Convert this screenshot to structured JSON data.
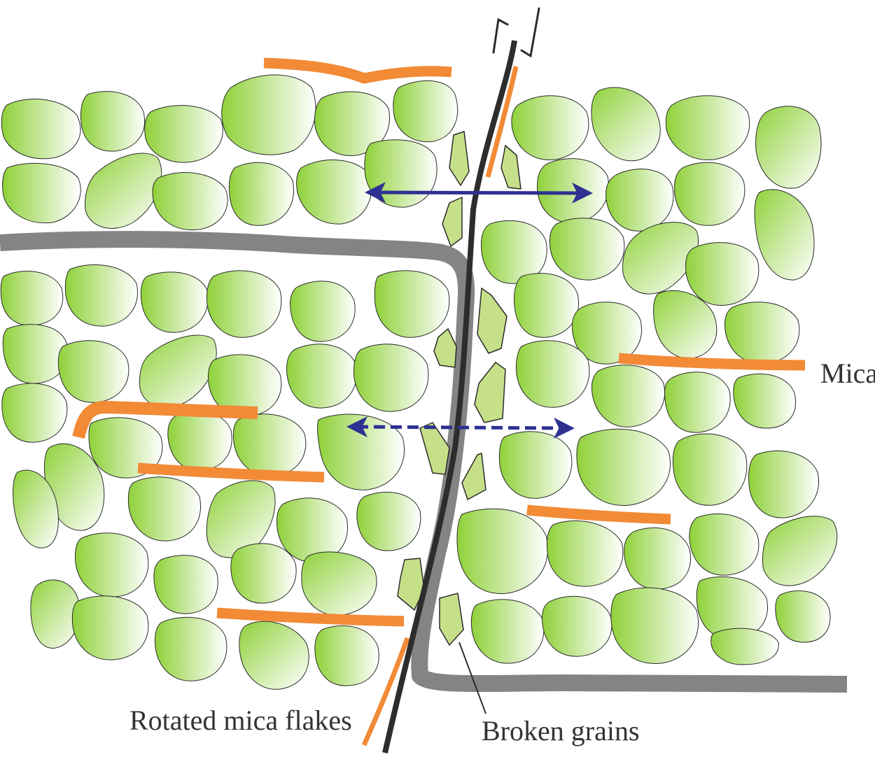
{
  "labels": {
    "mica": "Mica",
    "rotated_mica": "Rotated mica flakes",
    "broken_grains": "Broken grains"
  },
  "colors": {
    "grain": "#8fd13a",
    "grain_highlight": "#ffffff",
    "fragment": "#c6e08a",
    "mica": "#f28a36",
    "bedding": "#848484",
    "fault": "#2d2d2d",
    "arrow": "#2e3192",
    "text": "#333333"
  },
  "icons": {
    "shear_sense": "dextral-half-arrows-icon"
  }
}
